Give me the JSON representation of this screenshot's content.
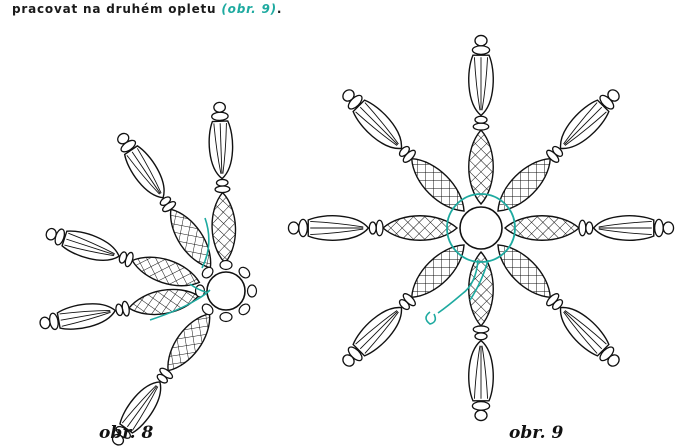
{
  "caption": {
    "text": "pracovat na druhém opletu",
    "link": "(obr. 9)",
    "end": ".",
    "link_color": "#1eaaa0"
  },
  "figures": [
    {
      "label": "obr. 8",
      "spokes": 5
    },
    {
      "label": "obr. 9",
      "spokes": 8
    }
  ],
  "colors": {
    "line": "#111111",
    "thread": "#1eaaa0"
  }
}
